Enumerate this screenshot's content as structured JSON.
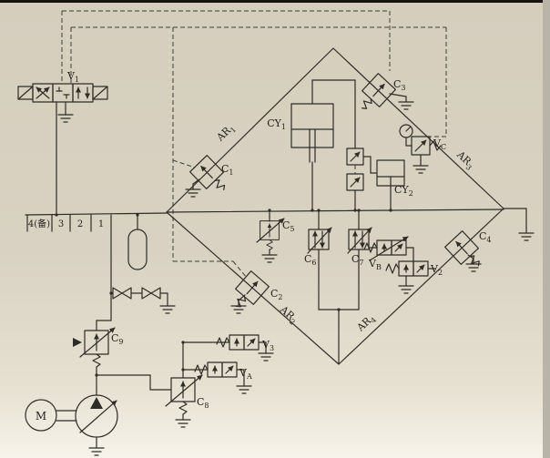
{
  "figure": {
    "kind": "hydraulic-circuit-schematic"
  },
  "colors": {
    "paper": "#d9d2c2",
    "paper_bottom": "#f6f3ea",
    "edge_band_right": "#b9b4a8",
    "border_top": "#15140f",
    "line": "#2e2c27",
    "ink": "#211f1a"
  },
  "labels": {
    "v1": {
      "base": "V",
      "sub": "1"
    },
    "v2": {
      "base": "V",
      "sub": "2"
    },
    "v3": {
      "base": "V",
      "sub": "3"
    },
    "va": {
      "base": "V",
      "sub": "A"
    },
    "vb": {
      "base": "V",
      "sub": "B"
    },
    "vc": {
      "base": "V",
      "sub": "C"
    },
    "c1": {
      "base": "C",
      "sub": "1"
    },
    "c2": {
      "base": "C",
      "sub": "2"
    },
    "c3": {
      "base": "C",
      "sub": "3"
    },
    "c4": {
      "base": "C",
      "sub": "4"
    },
    "c5": {
      "base": "C",
      "sub": "5"
    },
    "c6": {
      "base": "C",
      "sub": "6"
    },
    "c7": {
      "base": "C",
      "sub": "7"
    },
    "c8": {
      "base": "C",
      "sub": "8"
    },
    "c9": {
      "base": "C",
      "sub": "9"
    },
    "cy1": {
      "base": "CY",
      "sub": "1"
    },
    "cy2": {
      "base": "CY",
      "sub": "2"
    },
    "ar1": {
      "base": "AR",
      "sub": "1"
    },
    "ar2": {
      "base": "AR",
      "sub": "2"
    },
    "ar3": {
      "base": "AR",
      "sub": "3"
    },
    "ar4": {
      "base": "AR",
      "sub": "4"
    },
    "m": {
      "base": "M",
      "sub": ""
    }
  },
  "ports": {
    "p4": "4(备)",
    "p3": "3",
    "p2": "2",
    "p1": "1"
  }
}
